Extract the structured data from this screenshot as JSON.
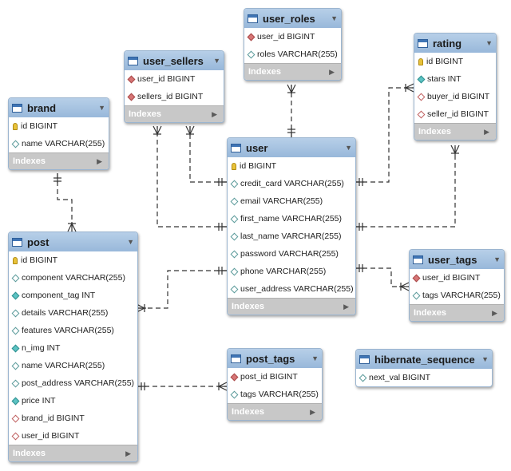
{
  "tables": [
    {
      "id": "brand",
      "name": "brand",
      "indexes": "Indexes",
      "columns": [
        {
          "name": "id BIGINT",
          "icon": "key"
        },
        {
          "name": "name VARCHAR(255)",
          "icon": "col"
        }
      ]
    },
    {
      "id": "user_sellers",
      "name": "user_sellers",
      "indexes": "Indexes",
      "columns": [
        {
          "name": "user_id BIGINT",
          "icon": "fk"
        },
        {
          "name": "sellers_id BIGINT",
          "icon": "fk"
        }
      ]
    },
    {
      "id": "user_roles",
      "name": "user_roles",
      "indexes": "Indexes",
      "columns": [
        {
          "name": "user_id BIGINT",
          "icon": "fk"
        },
        {
          "name": "roles VARCHAR(255)",
          "icon": "col"
        }
      ]
    },
    {
      "id": "rating",
      "name": "rating",
      "indexes": "Indexes",
      "columns": [
        {
          "name": "id BIGINT",
          "icon": "key"
        },
        {
          "name": "stars INT",
          "icon": "nn"
        },
        {
          "name": "buyer_id BIGINT",
          "icon": "fkhollow"
        },
        {
          "name": "seller_id BIGINT",
          "icon": "fkhollow"
        }
      ]
    },
    {
      "id": "user",
      "name": "user",
      "indexes": "Indexes",
      "columns": [
        {
          "name": "id BIGINT",
          "icon": "key"
        },
        {
          "name": "credit_card VARCHAR(255)",
          "icon": "col"
        },
        {
          "name": "email VARCHAR(255)",
          "icon": "col"
        },
        {
          "name": "first_name VARCHAR(255)",
          "icon": "col"
        },
        {
          "name": "last_name VARCHAR(255)",
          "icon": "col"
        },
        {
          "name": "password VARCHAR(255)",
          "icon": "col"
        },
        {
          "name": "phone VARCHAR(255)",
          "icon": "col"
        },
        {
          "name": "user_address VARCHAR(255)",
          "icon": "col"
        }
      ]
    },
    {
      "id": "post",
      "name": "post",
      "indexes": "Indexes",
      "columns": [
        {
          "name": "id BIGINT",
          "icon": "key"
        },
        {
          "name": "component VARCHAR(255)",
          "icon": "col"
        },
        {
          "name": "component_tag INT",
          "icon": "nn"
        },
        {
          "name": "details VARCHAR(255)",
          "icon": "col"
        },
        {
          "name": "features VARCHAR(255)",
          "icon": "col"
        },
        {
          "name": "n_img INT",
          "icon": "nn"
        },
        {
          "name": "name VARCHAR(255)",
          "icon": "col"
        },
        {
          "name": "post_address VARCHAR(255)",
          "icon": "col"
        },
        {
          "name": "price INT",
          "icon": "nn"
        },
        {
          "name": "brand_id BIGINT",
          "icon": "fkhollow"
        },
        {
          "name": "user_id BIGINT",
          "icon": "fkhollow"
        }
      ]
    },
    {
      "id": "user_tags",
      "name": "user_tags",
      "indexes": "Indexes",
      "columns": [
        {
          "name": "user_id BIGINT",
          "icon": "fk"
        },
        {
          "name": "tags VARCHAR(255)",
          "icon": "col"
        }
      ]
    },
    {
      "id": "post_tags",
      "name": "post_tags",
      "indexes": "Indexes",
      "columns": [
        {
          "name": "post_id BIGINT",
          "icon": "fk"
        },
        {
          "name": "tags VARCHAR(255)",
          "icon": "col"
        }
      ]
    },
    {
      "id": "hibernate_sequence",
      "name": "hibernate_sequence",
      "indexes": "",
      "columns": [
        {
          "name": "next_val BIGINT",
          "icon": "col"
        }
      ]
    }
  ],
  "colors": {
    "header": "#a9c4e2",
    "footer": "#c8c8c8",
    "connector": "#333333",
    "key": "#e8c23a",
    "fk": "#d77676",
    "notnull": "#5cc3c3"
  }
}
